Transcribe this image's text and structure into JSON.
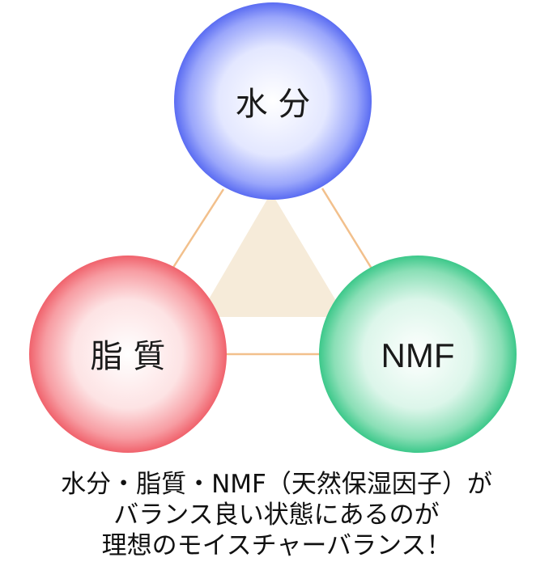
{
  "nodes": {
    "water": {
      "label": "水 分",
      "color": "#5a6cf2"
    },
    "lipid": {
      "label": "脂 質",
      "color": "#f0626c"
    },
    "nmf": {
      "label": "NMF",
      "color": "#3cc88a"
    }
  },
  "colors": {
    "connector_line": "#f2c08c",
    "triangle_fill": "#f6ebd9"
  },
  "caption": {
    "line1": "水分・脂質・NMF（天然保湿因子）が",
    "line2": "バランス良い状態にあるのが",
    "line3": "理想のモイスチャーバランス！"
  }
}
